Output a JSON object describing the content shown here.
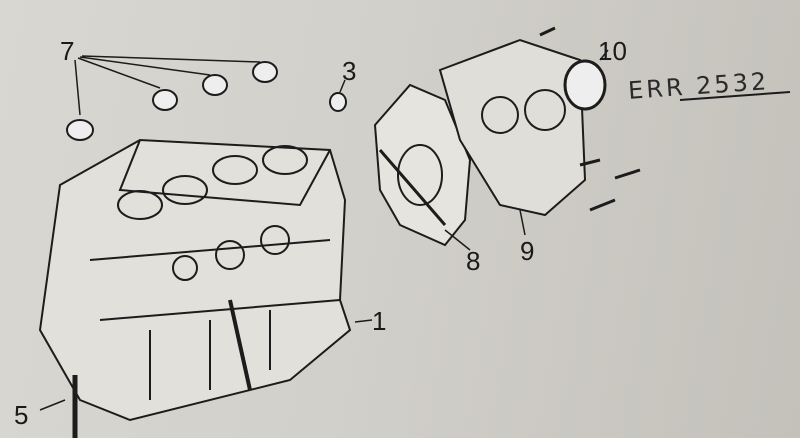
{
  "diagram": {
    "callouts": {
      "bearing_shells": "7",
      "plug": "3",
      "oil_seal": "10",
      "gasket": "8",
      "adapter_plate": "9",
      "cylinder_block": "1",
      "stud": "5"
    },
    "handwritten_note": "ERR 2532",
    "colors": {
      "paper": "#d6d4ce",
      "ink": "#1a1a1a"
    }
  }
}
